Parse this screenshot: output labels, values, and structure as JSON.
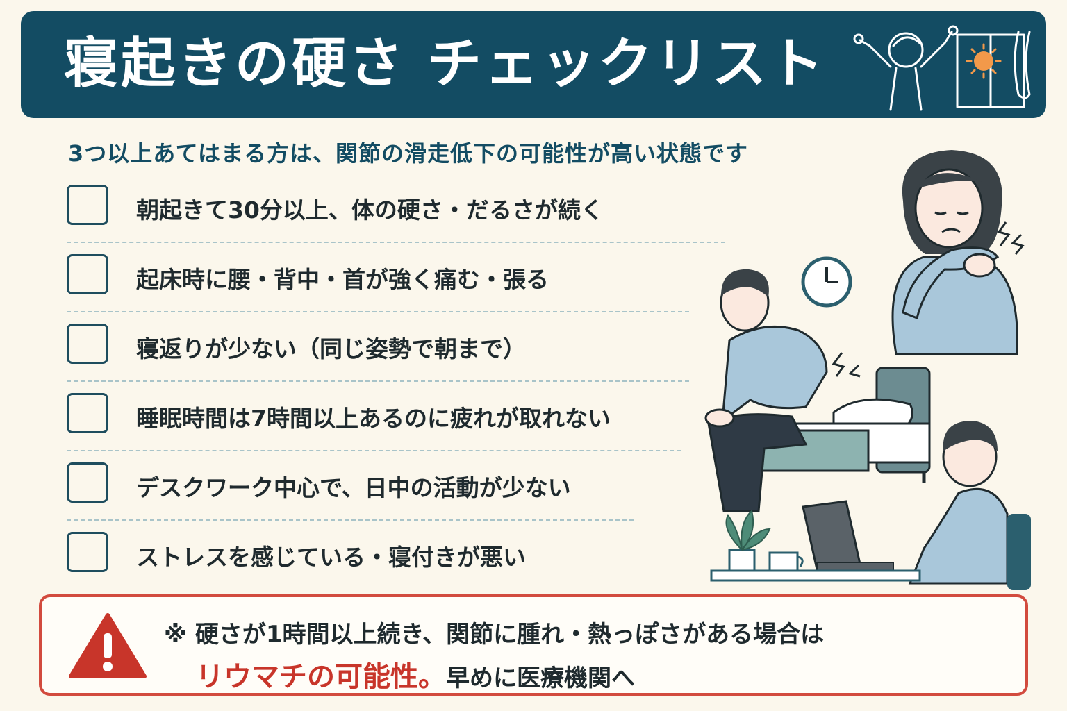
{
  "header": {
    "title": "寝起きの硬さ チェックリスト",
    "illustration_icon": "waking-up-stretch-icon"
  },
  "subtitle": "3つ以上あてはまる方は、関節の滑走低下の可能性が高い状態です",
  "checklist": [
    {
      "label": "朝起きて30分以上、体の硬さ・だるさが続く",
      "checked": false
    },
    {
      "label": "起床時に腰・背中・首が強く痛む・張る",
      "checked": false
    },
    {
      "label": "寝返りが少ない（同じ姿勢で朝まで）",
      "checked": false
    },
    {
      "label": "睡眠時間は7時間以上あるのに疲れが取れない",
      "checked": false
    },
    {
      "label": "デスクワーク中心で、日中の活動が少ない",
      "checked": false
    },
    {
      "label": "ストレスを感じている・寝付きが悪い",
      "checked": false
    }
  ],
  "warning": {
    "icon": "warning-triangle-icon",
    "line1": "※ 硬さが1時間以上続き、関節に腫れ・熱っぽさがある場合は",
    "highlight": "リウマチの可能性。",
    "line2_rest": "早めに医療機関へ"
  },
  "colors": {
    "background": "#fbf7ec",
    "header": "#134c63",
    "accent_red": "#c8352a",
    "text": "#1f2a2e"
  }
}
